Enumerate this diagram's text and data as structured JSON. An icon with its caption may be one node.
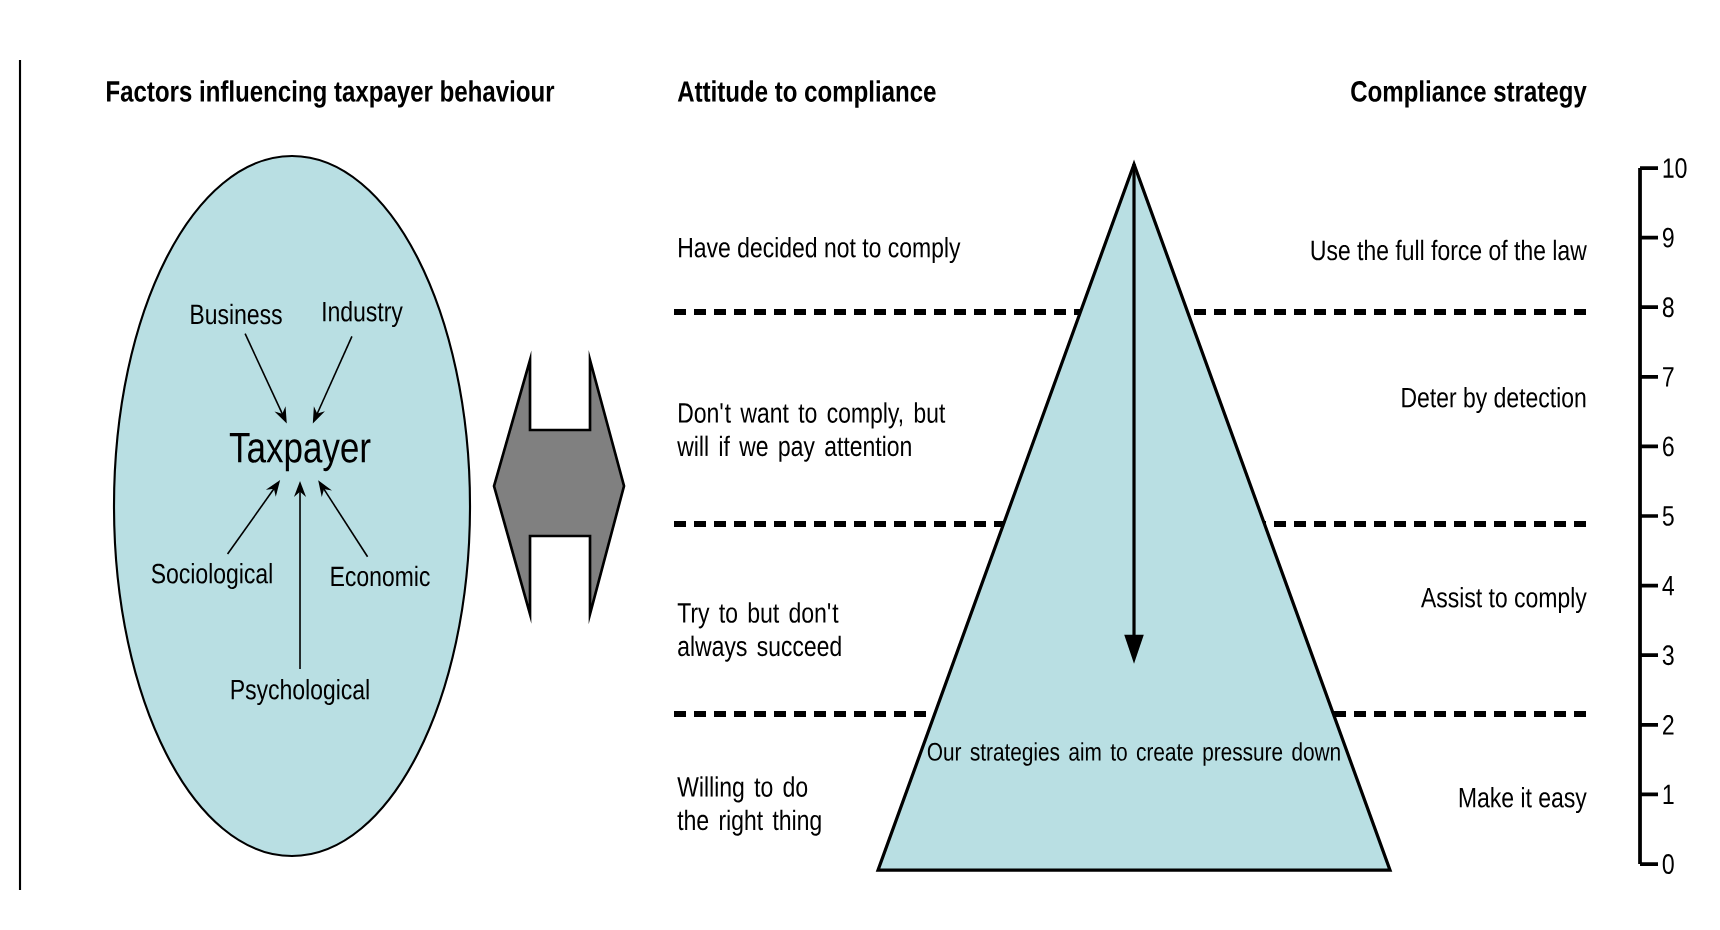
{
  "diagram": {
    "nodes": [
      {
        "text": [],
        "shape": "ellipse"
      },
      {
        "text": [
          "Business"
        ],
        "in": 0
      },
      {
        "text": [
          "Industry"
        ],
        "in": 0
      },
      {
        "text": [
          "Taxpayer"
        ],
        "in": 0
      },
      {
        "text": [
          "Sociological"
        ],
        "in": 0
      },
      {
        "text": [
          "Economic"
        ],
        "in": 0
      },
      {
        "text": [
          "Psychological"
        ],
        "in": 0
      },
      {
        "text": [
          "Our strategies aim to create pressure down"
        ]
      }
    ],
    "edges": [
      {
        "from": 1,
        "to": 3,
        "arrow": "to"
      },
      {
        "from": 2,
        "to": 3,
        "arrow": "to"
      },
      {
        "from": 4,
        "to": 3,
        "arrow": "to"
      },
      {
        "from": 5,
        "to": 3,
        "arrow": "to"
      },
      {
        "from": 6,
        "to": 3,
        "arrow": "to"
      }
    ],
    "labels": [
      "Factors influencing taxpayer behaviour",
      "Attitude to compliance",
      "Compliance strategy",
      "Have decided not to comply",
      "Use the full force of the law",
      "Don't want to comply, but will if we pay attention",
      "Deter by detection",
      "Try to but don't always succeed",
      "Assist to comply",
      "Willing to do the right thing",
      "Make it easy",
      "10",
      "9",
      "8",
      "7",
      "6",
      "5",
      "4",
      "3",
      "2",
      "1",
      "0"
    ]
  }
}
